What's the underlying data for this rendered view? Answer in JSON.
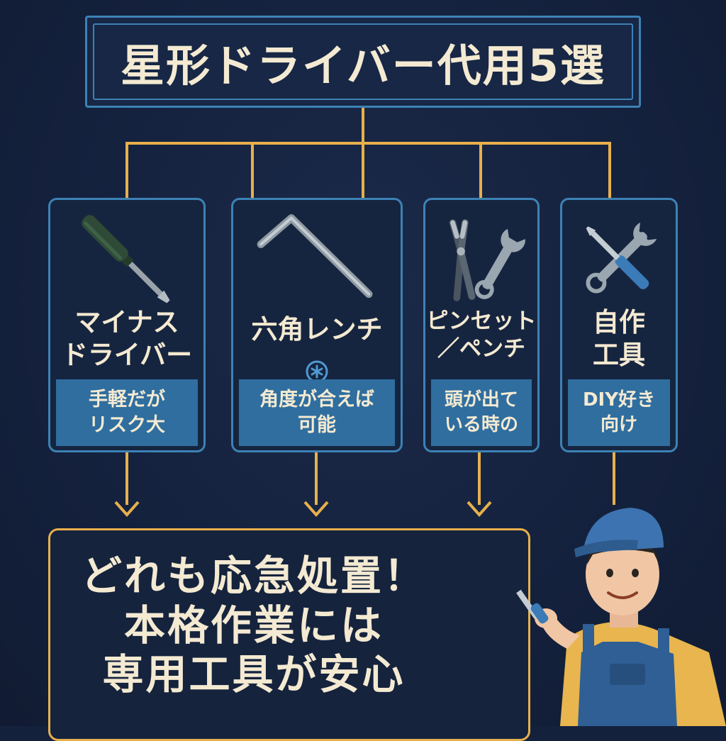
{
  "title": "星形ドライバー代用5選",
  "cards": [
    {
      "name_lines": [
        "マイナス",
        "ドライバー"
      ],
      "note_lines": [
        "手軽だが",
        "リスク大"
      ],
      "icon": "flathead-screwdriver-icon"
    },
    {
      "name_lines": [
        "六角レンチ"
      ],
      "note_lines": [
        "角度が合えば",
        "可能"
      ],
      "icon": "hex-key-icon",
      "mark": "torx-star-icon"
    },
    {
      "name_lines": [
        "ピンセット",
        "／ペンチ"
      ],
      "note_lines": [
        "頭が出て",
        "いる時の"
      ],
      "icon": "pliers-wrench-icon"
    },
    {
      "name_lines": [
        "自作",
        "工具"
      ],
      "note_lines": [
        "DIY好き",
        "向け"
      ],
      "icon": "crossed-tools-icon"
    }
  ],
  "conclusion_lines": [
    "どれも応急処置！",
    "本格作業には",
    "専用工具が安心"
  ],
  "colors": {
    "background": "#14213d",
    "frame_blue": "#3d82b5",
    "note_blue": "#2f6e9f",
    "connector_gold": "#e7b04c",
    "text_cream": "#f4ead2"
  },
  "decoration": {
    "worker": "worker-holding-screwdriver"
  }
}
